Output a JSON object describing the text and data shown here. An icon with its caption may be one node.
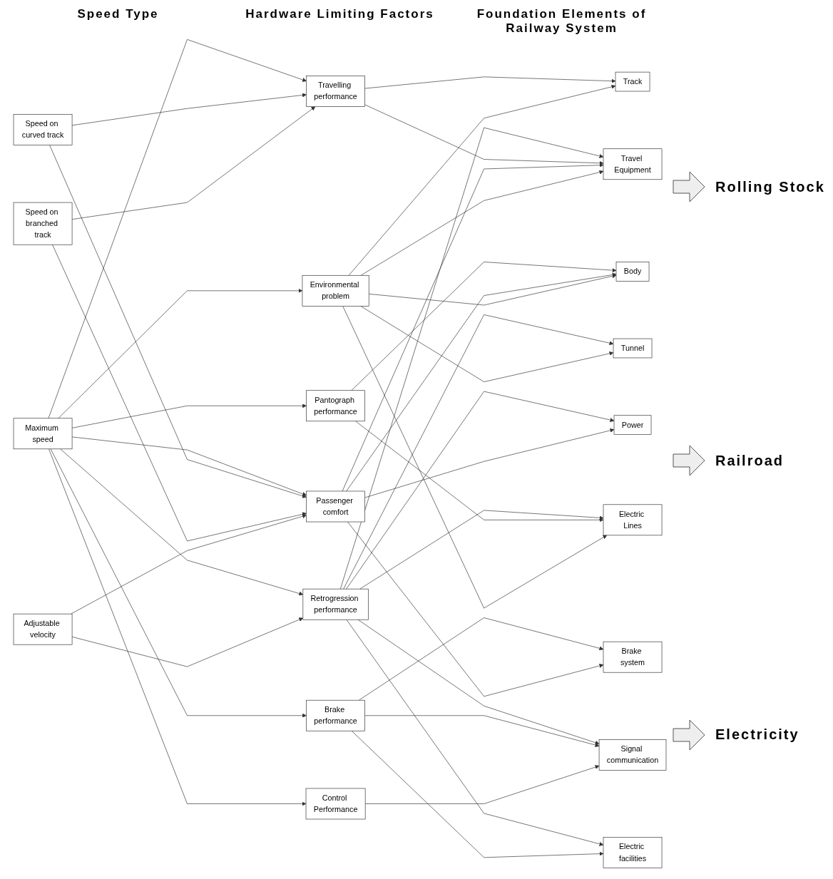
{
  "diagram": {
    "nodes": [
      {
        "text": [
          "Maximum speed"
        ]
      },
      {
        "text": [
          "Speed on curved track"
        ]
      },
      {
        "text": [
          "Speed on branched track"
        ]
      },
      {
        "text": [
          "Adjustable velocity"
        ]
      },
      {
        "text": [
          "Retrogression performance"
        ]
      },
      {
        "text": [
          "Brake performance"
        ]
      },
      {
        "text": [
          "Travelling performance"
        ]
      },
      {
        "text": [
          "Pantograph performance"
        ]
      },
      {
        "text": [
          "Control Performance"
        ]
      },
      {
        "text": [
          "Passenger comfort"
        ]
      },
      {
        "text": [
          "Environmental problem"
        ]
      },
      {
        "text": [
          "Power"
        ]
      },
      {
        "text": [
          "Brake system"
        ]
      },
      {
        "text": [
          "Travel Equipment"
        ]
      },
      {
        "text": [
          "Body"
        ]
      },
      {
        "text": [
          "Track"
        ]
      },
      {
        "text": [
          "Tunnel"
        ]
      },
      {
        "text": [
          "Electric Lines"
        ]
      },
      {
        "text": [
          "Electric facilities"
        ]
      },
      {
        "text": [
          "Signal communication"
        ]
      }
    ],
    "edges": [
      {
        "from": 0,
        "to": 4,
        "arrow": "to"
      },
      {
        "from": 0,
        "to": 5,
        "arrow": "to"
      },
      {
        "from": 0,
        "to": 6,
        "arrow": "to"
      },
      {
        "from": 0,
        "to": 7,
        "arrow": "to"
      },
      {
        "from": 0,
        "to": 8,
        "arrow": "to"
      },
      {
        "from": 0,
        "to": 9,
        "arrow": "to"
      },
      {
        "from": 0,
        "to": 10,
        "arrow": "to"
      },
      {
        "from": 1,
        "to": 6,
        "arrow": "to"
      },
      {
        "from": 1,
        "to": 9,
        "arrow": "to"
      },
      {
        "from": 2,
        "to": 6,
        "arrow": "to"
      },
      {
        "from": 2,
        "to": 9,
        "arrow": "to"
      },
      {
        "from": 3,
        "to": 4,
        "arrow": "to"
      },
      {
        "from": 3,
        "to": 9,
        "arrow": "to"
      },
      {
        "from": 4,
        "to": 11,
        "arrow": "to"
      },
      {
        "from": 4,
        "to": 13,
        "arrow": "to"
      },
      {
        "from": 4,
        "to": 16,
        "arrow": "to"
      },
      {
        "from": 4,
        "to": 17,
        "arrow": "to"
      },
      {
        "from": 4,
        "to": 18,
        "arrow": "to"
      },
      {
        "from": 4,
        "to": 19,
        "arrow": "to"
      },
      {
        "from": 5,
        "to": 12,
        "arrow": "to"
      },
      {
        "from": 5,
        "to": 18,
        "arrow": "to"
      },
      {
        "from": 5,
        "to": 19,
        "arrow": "to"
      },
      {
        "from": 6,
        "to": 13,
        "arrow": "to"
      },
      {
        "from": 6,
        "to": 15,
        "arrow": "to"
      },
      {
        "from": 7,
        "to": 14,
        "arrow": "to"
      },
      {
        "from": 7,
        "to": 17,
        "arrow": "to"
      },
      {
        "from": 8,
        "to": 19,
        "arrow": "to"
      },
      {
        "from": 9,
        "to": 11,
        "arrow": "to"
      },
      {
        "from": 9,
        "to": 12,
        "arrow": "to"
      },
      {
        "from": 9,
        "to": 13,
        "arrow": "to"
      },
      {
        "from": 9,
        "to": 14,
        "arrow": "to"
      },
      {
        "from": 10,
        "to": 13,
        "arrow": "to"
      },
      {
        "from": 10,
        "to": 14,
        "arrow": "to"
      },
      {
        "from": 10,
        "to": 15,
        "arrow": "to"
      },
      {
        "from": 10,
        "to": 16,
        "arrow": "to"
      },
      {
        "from": 10,
        "to": 17,
        "arrow": "to"
      }
    ],
    "labels": [
      "Speed Type",
      "Hardware Limiting Factors",
      "Foundation Elements of Railway System",
      "Rolling Stock",
      "Railroad",
      "Electricity"
    ]
  }
}
